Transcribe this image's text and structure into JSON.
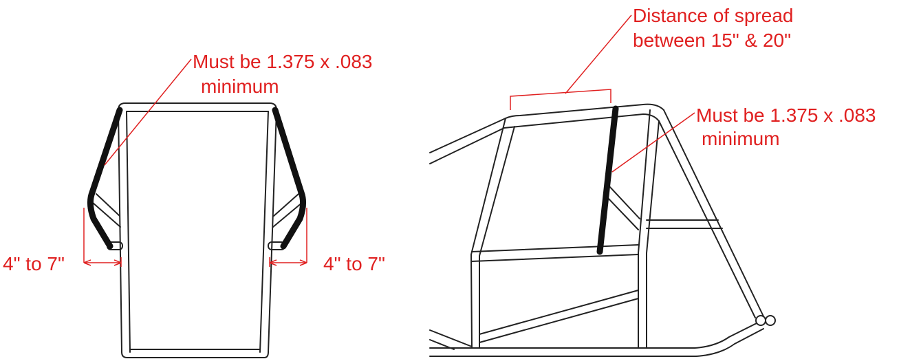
{
  "annotations": {
    "front_view": {
      "tube_spec_line1": "Must be 1.375 x .083",
      "tube_spec_line2": "minimum",
      "left_dimension": "4\" to 7\"",
      "right_dimension": "4\" to 7\""
    },
    "side_view": {
      "spread_line1": "Distance of spread",
      "spread_line2": "between 15\" & 20\"",
      "tube_spec_line1": "Must be 1.375 x .083",
      "tube_spec_line2": "minimum"
    }
  },
  "colors": {
    "annotation": "#e02020",
    "tube_outline": "#222222",
    "highlight_bar": "#111111",
    "background": "#ffffff"
  }
}
